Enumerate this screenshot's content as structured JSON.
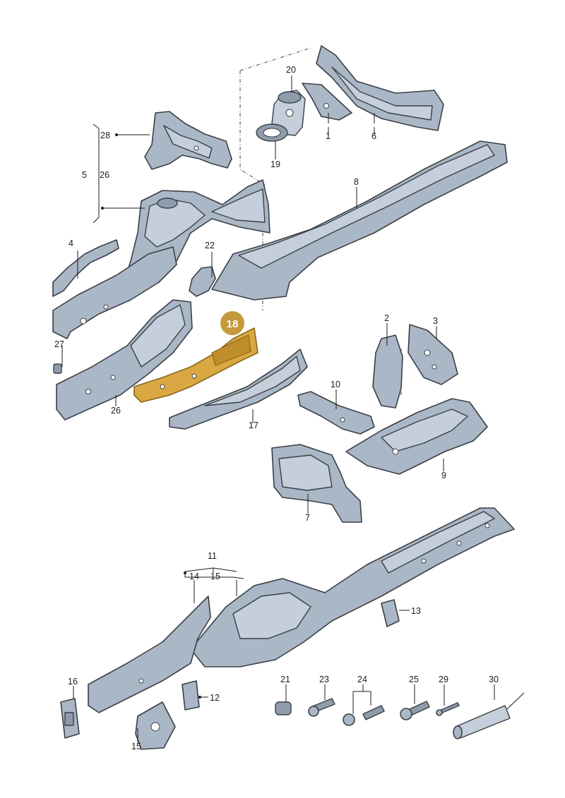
{
  "highlighted_part": "18",
  "labels": {
    "p1": "1",
    "p2": "2",
    "p3": "3",
    "p4": "4",
    "p5": "5",
    "p6": "6",
    "p7": "7",
    "p8": "8",
    "p9": "9",
    "p10": "10",
    "p11": "11",
    "p12": "12",
    "p13": "13",
    "p14": "14",
    "p15a": "15",
    "p15b": "15",
    "p16": "16",
    "p17": "17",
    "p19": "19",
    "p20": "20",
    "p21": "21",
    "p22": "22",
    "p23": "23",
    "p24": "24",
    "p25": "25",
    "p26a": "26",
    "p26b": "26",
    "p27": "27",
    "p28": "28",
    "p29": "29",
    "p30": "30"
  },
  "colors": {
    "part_fill": "#a9b7c6",
    "highlight": "#d9a843",
    "badge": "#c49a3c"
  }
}
